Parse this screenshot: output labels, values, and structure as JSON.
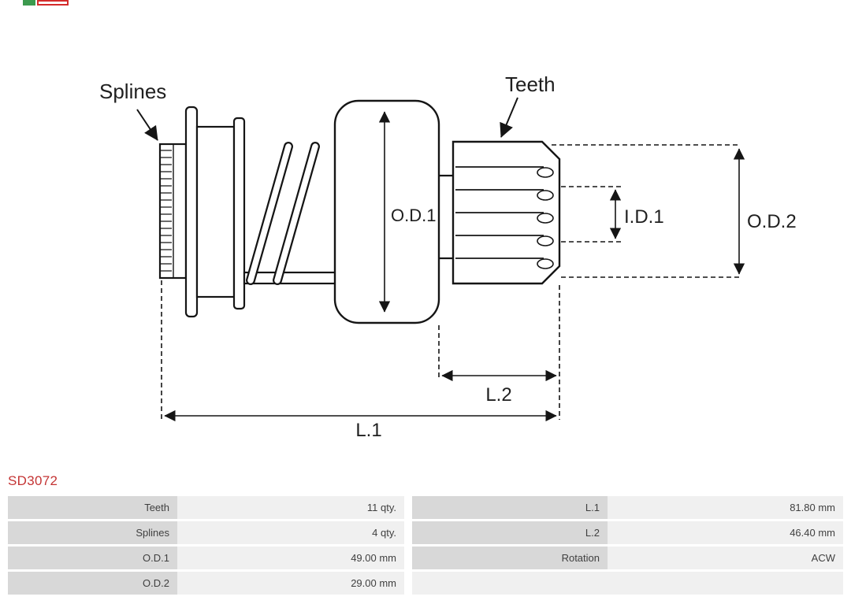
{
  "brand": {
    "green": "#3c9a4e",
    "red": "#d42b2b"
  },
  "part_code": "SD3072",
  "part_code_color": "#c43434",
  "diagram": {
    "labels": {
      "splines": "Splines",
      "teeth": "Teeth",
      "od1": "O.D.1",
      "id1": "I.D.1",
      "od2": "O.D.2",
      "l1": "L.1",
      "l2": "L.2"
    }
  },
  "specs": {
    "rows": [
      {
        "label1": "Teeth",
        "value1": "11 qty.",
        "label2": "L.1",
        "value2": "81.80 mm"
      },
      {
        "label1": "Splines",
        "value1": "4 qty.",
        "label2": "L.2",
        "value2": "46.40 mm"
      },
      {
        "label1": "O.D.1",
        "value1": "49.00 mm",
        "label2": "Rotation",
        "value2": "ACW"
      },
      {
        "label1": "O.D.2",
        "value1": "29.00 mm",
        "label2": "",
        "value2": ""
      }
    ]
  }
}
